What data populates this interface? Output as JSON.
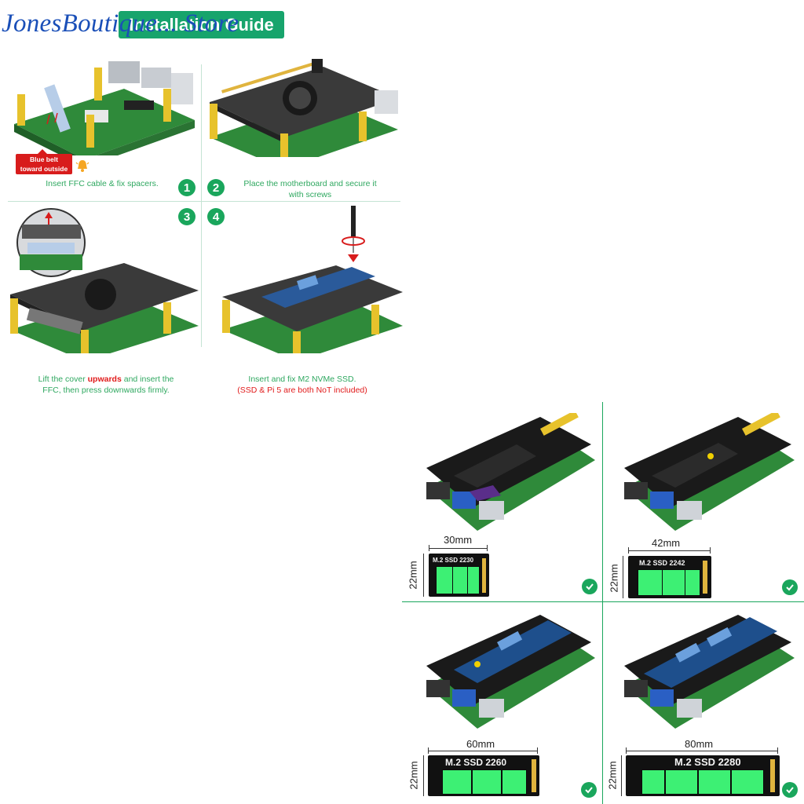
{
  "watermark": "JonesBoutique... Store",
  "title": "Installation Guide",
  "steps": [
    {
      "number": "1",
      "caption": "Insert FFC cable & fix spacers."
    },
    {
      "number": "2",
      "caption_line1": "Place the motherboard and secure it",
      "caption_line2": "with screws"
    },
    {
      "number": "3",
      "caption_line1_prefix": "Lift the cover ",
      "caption_line1_emph": "upwards",
      "caption_line1_suffix": " and insert the",
      "caption_line2": "FFC, then press downwards firmly."
    },
    {
      "number": "4",
      "caption_line1": "Insert and fix M2 NVMe SSD.",
      "caption_line2": "(SSD & Pi 5 are both NoT included)"
    }
  ],
  "warning": {
    "line1": "Blue belt",
    "line2": "toward outside"
  },
  "ssds": [
    {
      "length": "30mm",
      "width": "22mm",
      "label": "M.2  SSD  2230"
    },
    {
      "length": "42mm",
      "width": "22mm",
      "label": "M.2  SSD  2242"
    },
    {
      "length": "60mm",
      "width": "22mm",
      "label": "M.2  SSD  2260"
    },
    {
      "length": "80mm",
      "width": "22mm",
      "label": "M.2  SSD  2280"
    }
  ],
  "colors": {
    "accent": "#1aa65c",
    "warning": "#d81c1c",
    "chip": "#3df074",
    "watermark": "#1a4fb8"
  }
}
